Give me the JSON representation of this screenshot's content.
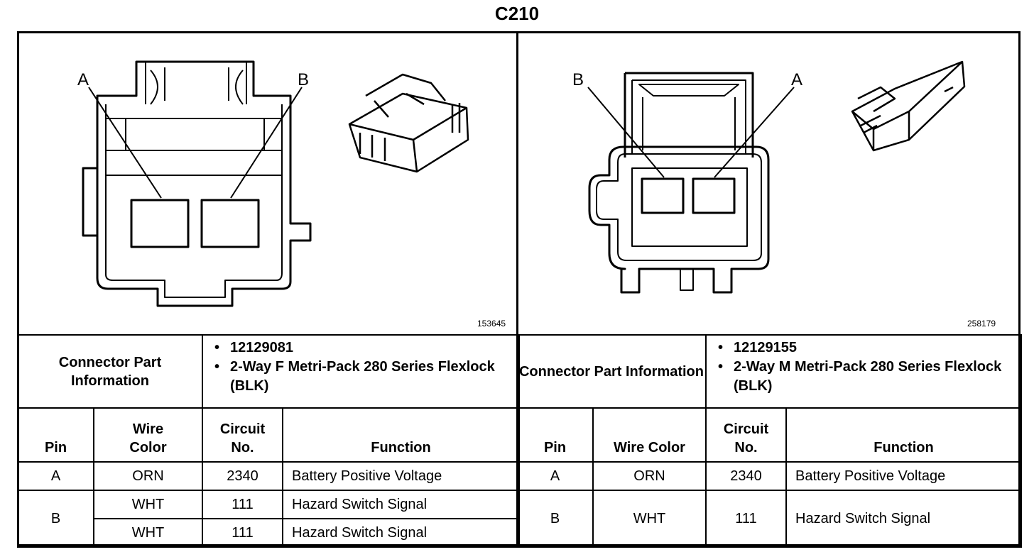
{
  "title": "C210",
  "left": {
    "pin_label_a": "A",
    "pin_label_b": "B",
    "figure_number": "153645",
    "connector_part_info_label": "Connector Part Information",
    "part_info": [
      "12129081",
      "2-Way F Metri-Pack 280 Series Flexlock (BLK)"
    ],
    "headers": {
      "pin": "Pin",
      "wire_color": "Wire Color",
      "circuit_no": "Circuit No.",
      "function": "Function"
    },
    "rows": [
      {
        "pin": "A",
        "wire_color": "ORN",
        "circuit": "2340",
        "function": "Battery Positive Voltage"
      },
      {
        "pin": "B",
        "wire_color": "WHT",
        "circuit": "111",
        "function": "Hazard Switch Signal"
      },
      {
        "pin": "",
        "wire_color": "WHT",
        "circuit": "111",
        "function": "Hazard Switch Signal"
      }
    ]
  },
  "right": {
    "pin_label_a": "A",
    "pin_label_b": "B",
    "figure_number": "258179",
    "connector_part_info_label": "Connector Part Information",
    "part_info": [
      "12129155",
      "2-Way M Metri-Pack 280 Series Flexlock (BLK)"
    ],
    "headers": {
      "pin": "Pin",
      "wire_color": "Wire Color",
      "circuit_no": "Circuit No.",
      "function": "Function"
    },
    "rows": [
      {
        "pin": "A",
        "wire_color": "ORN",
        "circuit": "2340",
        "function": "Battery Positive Voltage"
      },
      {
        "pin": "B",
        "wire_color": "WHT",
        "circuit": "111",
        "function": "Hazard Switch Signal"
      }
    ]
  }
}
